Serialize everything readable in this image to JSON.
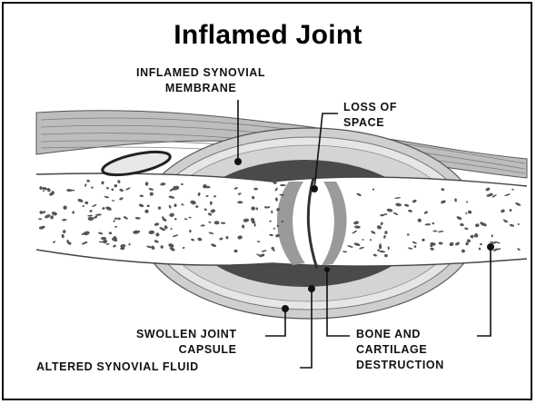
{
  "title": "Inflamed Joint",
  "labels": {
    "synovial_membrane": [
      "INFLAMED SYNOVIAL",
      "MEMBRANE"
    ],
    "loss_of_space": [
      "LOSS OF",
      "SPACE"
    ],
    "swollen_capsule": [
      "SWOLLEN JOINT",
      "CAPSULE"
    ],
    "bone_cartilage": [
      "BONE AND",
      "CARTILAGE",
      "DESTRUCTION"
    ],
    "synovial_fluid": [
      "ALTERED SYNOVIAL FLUID"
    ]
  },
  "colors": {
    "synovium": "#4a4a4a",
    "cartilage": "#9a9a9a",
    "bone": "#ffffff",
    "capsule": "#d9d9d9",
    "muscle": "#b8b8b8",
    "ink": "#111111"
  }
}
